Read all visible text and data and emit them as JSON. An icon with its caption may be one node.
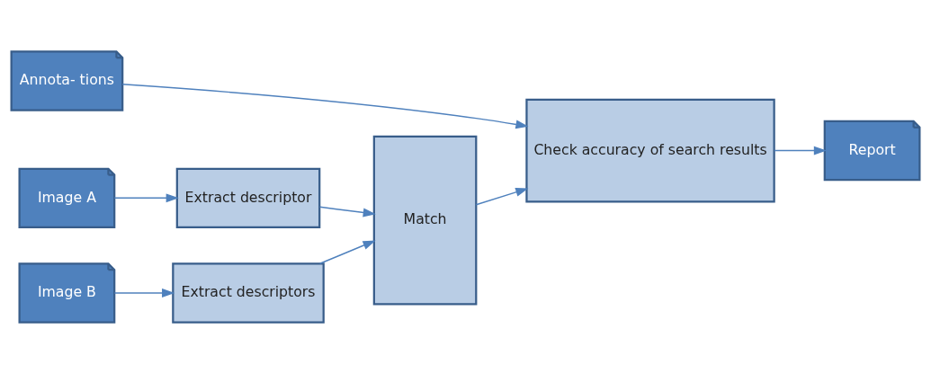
{
  "diagram": {
    "nodes": [
      {
        "text": [
          "Annota- tions"
        ]
      },
      {
        "text": [
          "Image A"
        ]
      },
      {
        "text": [
          "Image B"
        ]
      },
      {
        "text": [
          "Extract descriptor"
        ]
      },
      {
        "text": [
          "Extract descriptors"
        ]
      },
      {
        "text": [
          "Match"
        ]
      },
      {
        "text": [
          "Check accuracy of search results"
        ]
      },
      {
        "text": [
          "Report"
        ]
      }
    ],
    "edges": [
      {
        "from": 0,
        "to": 6,
        "arrow": "to"
      },
      {
        "from": 1,
        "to": 3,
        "arrow": "to"
      },
      {
        "from": 3,
        "to": 5,
        "arrow": "to"
      },
      {
        "from": 2,
        "to": 4,
        "arrow": "to"
      },
      {
        "from": 4,
        "to": 5,
        "arrow": "to"
      },
      {
        "from": 5,
        "to": 6,
        "arrow": "to"
      },
      {
        "from": 6,
        "to": 7,
        "arrow": "to"
      }
    ]
  }
}
